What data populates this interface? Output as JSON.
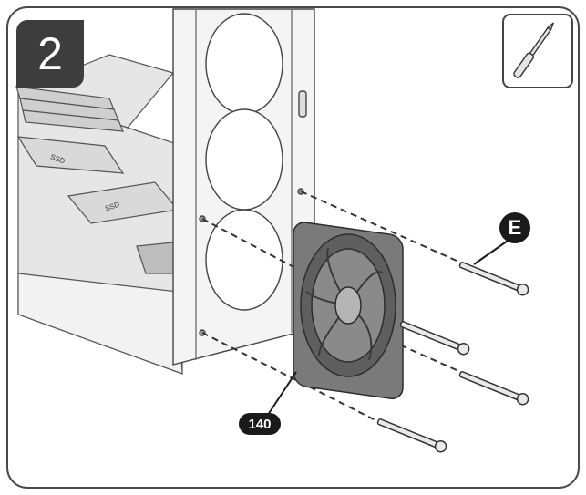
{
  "step": {
    "number": "2"
  },
  "callouts": {
    "screw": "E",
    "fan_size": "140"
  },
  "ssd_labels": [
    "SSD",
    "SSD"
  ],
  "colors": {
    "badge": "#3d3d3d",
    "callout": "#1a1a1a",
    "line": "#4a4a4a",
    "fan": "#6f6f6f",
    "frame": "#ffffff"
  },
  "icons": [
    "screwdriver-icon",
    "case-fan",
    "chassis-panel",
    "screws"
  ]
}
